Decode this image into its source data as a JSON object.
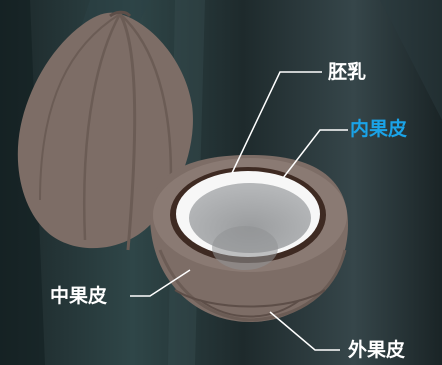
{
  "labels": {
    "endosperm": "胚乳",
    "endocarp": "内果皮",
    "mesocarp": "中果皮",
    "exocarp": "外果皮"
  },
  "colors": {
    "label_default": "#ffffff",
    "label_highlight": "#1aa3e8",
    "leader_line": "#ffffff",
    "husk": "#7d6d66",
    "husk_dark": "#5d4e48",
    "shell_rim": "#3e2a22",
    "flesh": "#f7f7f7",
    "cavity": "#a6a8aa"
  },
  "highlighted_part": "endocarp",
  "icons": [
    "whole-coconut-icon",
    "halved-coconut-icon"
  ]
}
